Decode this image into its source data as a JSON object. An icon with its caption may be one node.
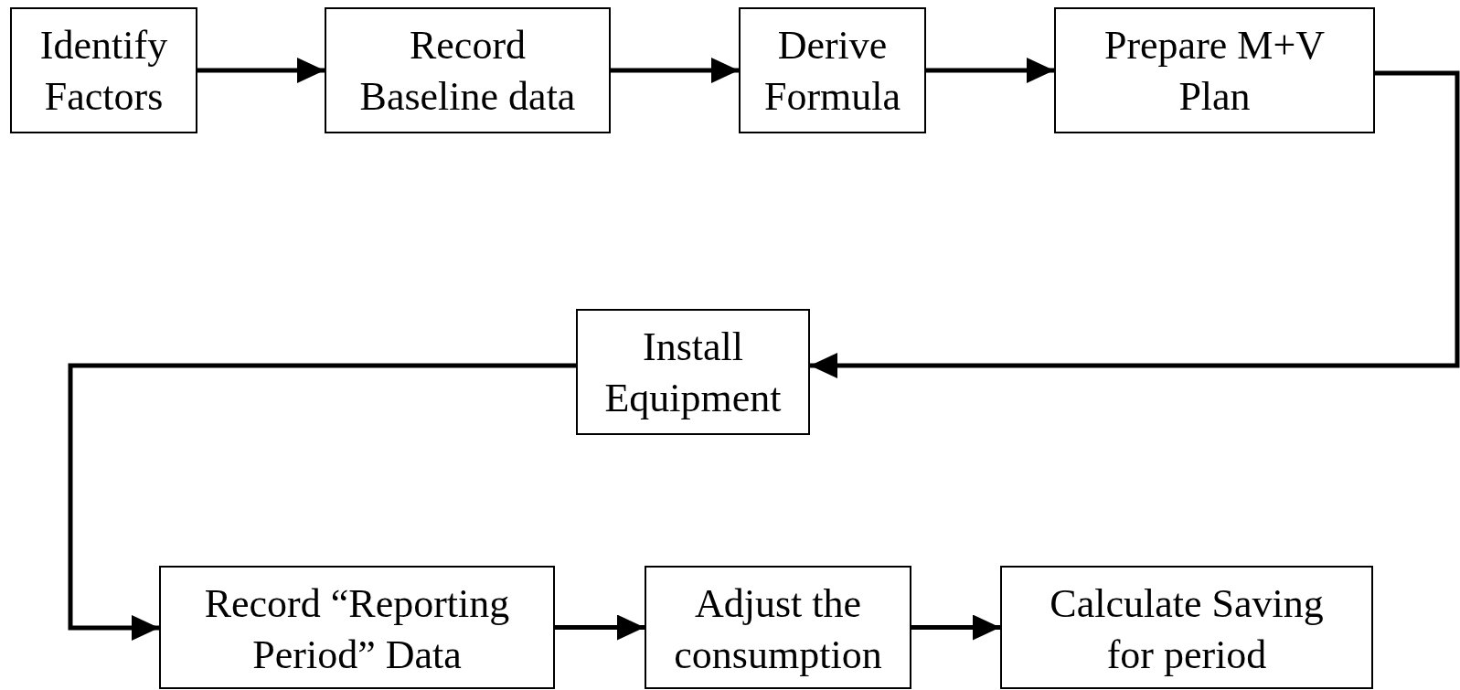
{
  "diagram": {
    "nodes": [
      {
        "text": [
          "Identify Factors"
        ]
      },
      {
        "text": [
          "Record Baseline data"
        ]
      },
      {
        "text": [
          "Derive Formula"
        ]
      },
      {
        "text": [
          "Prepare M+V Plan"
        ]
      },
      {
        "text": [
          "Install Equipment"
        ]
      },
      {
        "text": [
          "Record “Reporting Period” Data"
        ]
      },
      {
        "text": [
          "Adjust the consumption"
        ]
      },
      {
        "text": [
          "Calculate Saving for period"
        ]
      }
    ],
    "edges": [
      {
        "from": 0,
        "to": 1,
        "arrow": "to"
      },
      {
        "from": 1,
        "to": 2,
        "arrow": "to"
      },
      {
        "from": 2,
        "to": 3,
        "arrow": "to"
      },
      {
        "from": 3,
        "to": 4,
        "arrow": "to"
      },
      {
        "from": 4,
        "to": 5,
        "arrow": "to"
      },
      {
        "from": 5,
        "to": 6,
        "arrow": "to"
      },
      {
        "from": 6,
        "to": 7,
        "arrow": "to"
      }
    ]
  }
}
